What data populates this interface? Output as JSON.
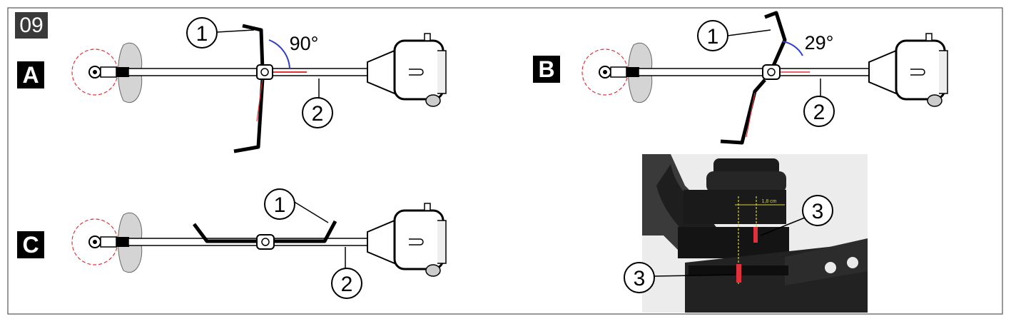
{
  "step_number": "09",
  "panels": {
    "A": {
      "label": "A",
      "angle": "90°",
      "callouts": [
        "1",
        "2"
      ]
    },
    "B": {
      "label": "B",
      "angle": "29°",
      "callouts": [
        "1",
        "2"
      ]
    },
    "C": {
      "label": "C",
      "callouts": [
        "1",
        "2"
      ]
    }
  },
  "photo": {
    "measure": "1,8 cm",
    "callouts": [
      "3",
      "3"
    ]
  },
  "colors": {
    "outline": "#000000",
    "guide_red": "#e0323c",
    "angle_arc": "#2f3fc8",
    "measure_yellow": "#d9d23a"
  }
}
